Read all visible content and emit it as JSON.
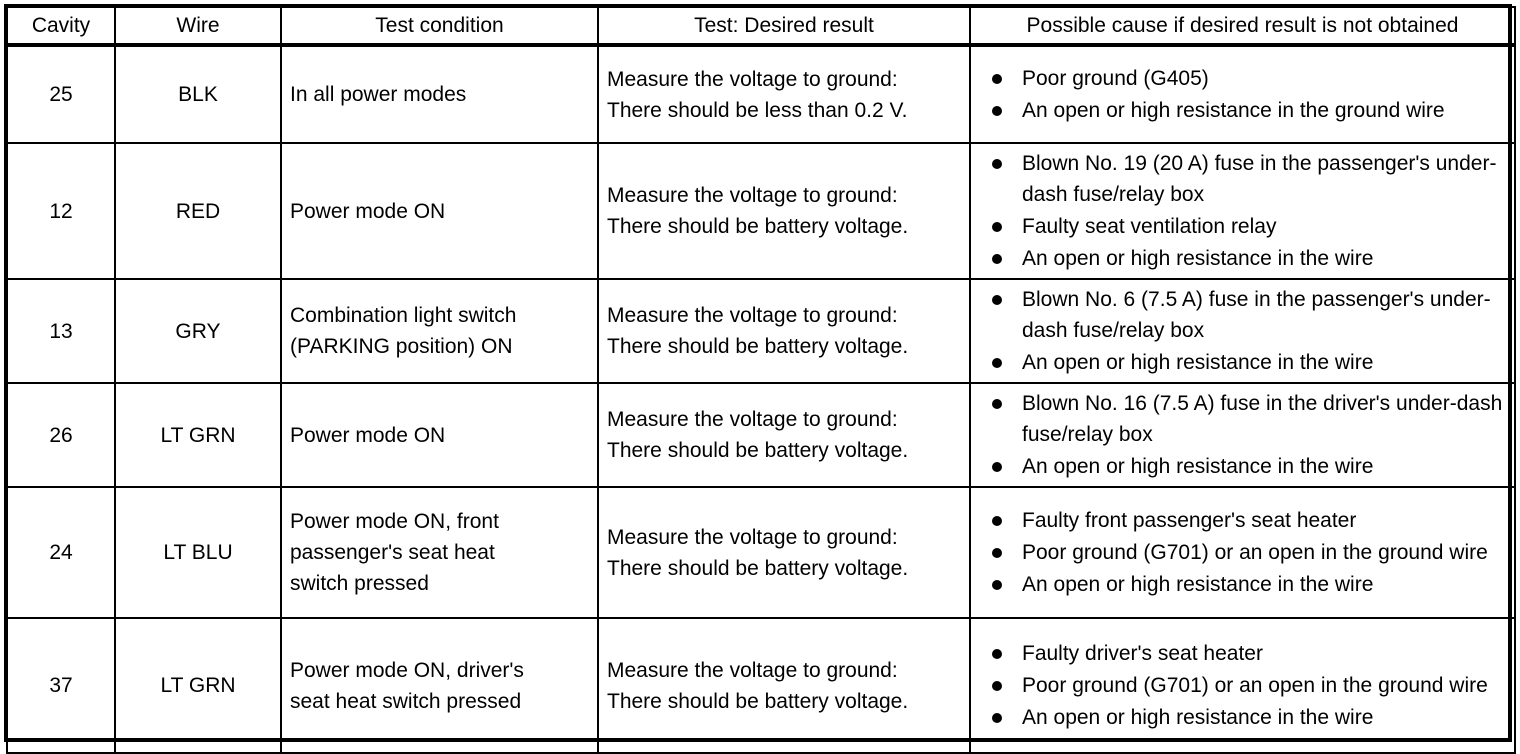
{
  "document": {
    "type": "circuit-test-troubleshooting-table",
    "bullet_glyph": "filled-round-bullet",
    "text_color": "#000000",
    "background_color": "#FFFFFF",
    "border_color": "#000000"
  },
  "table": {
    "columns": [
      {
        "key": "cavity",
        "label": "Cavity"
      },
      {
        "key": "wire",
        "label": "Wire"
      },
      {
        "key": "condition",
        "label": "Test condition"
      },
      {
        "key": "test",
        "label": "Test: Desired result"
      },
      {
        "key": "cause",
        "label": "Possible cause if desired result is not obtained"
      }
    ],
    "rows": [
      {
        "cavity": "25",
        "wire": "BLK",
        "condition": [
          "In all power modes"
        ],
        "test": [
          "Measure the voltage to ground:",
          "There should be less than 0.2 V."
        ],
        "causes": [
          "Poor ground (G405)",
          "An open or high resistance in the ground wire"
        ]
      },
      {
        "cavity": "12",
        "wire": "RED",
        "condition": [
          "Power mode ON"
        ],
        "test": [
          "Measure the voltage to ground:",
          "There should be battery voltage."
        ],
        "causes": [
          "Blown No. 19 (20 A) fuse in the passenger's under-dash fuse/relay box",
          "Faulty seat ventilation relay",
          "An open or high resistance in the wire"
        ]
      },
      {
        "cavity": "13",
        "wire": "GRY",
        "condition": [
          "Combination light switch",
          "(PARKING position) ON"
        ],
        "test": [
          "Measure the voltage to ground:",
          "There should be battery voltage."
        ],
        "causes": [
          "Blown No. 6 (7.5 A) fuse in the passenger's under-dash fuse/relay box",
          "An open or high resistance in the wire"
        ]
      },
      {
        "cavity": "26",
        "wire": "LT GRN",
        "condition": [
          "Power mode ON"
        ],
        "test": [
          "Measure the voltage to ground:",
          "There should be battery voltage."
        ],
        "causes": [
          "Blown No. 16 (7.5 A) fuse in the driver's under-dash fuse/relay box",
          "An open or high resistance in the wire"
        ]
      },
      {
        "cavity": "24",
        "wire": "LT BLU",
        "condition": [
          "Power mode ON, front",
          "passenger's seat heat",
          "switch pressed"
        ],
        "test": [
          "Measure the voltage to ground:",
          "There should be battery voltage."
        ],
        "causes": [
          "Faulty front passenger's seat heater",
          "Poor ground (G701) or an open in the ground wire",
          "An open or high resistance in the wire"
        ]
      },
      {
        "cavity": "37",
        "wire": "LT GRN",
        "condition": [
          "Power mode ON, driver's",
          "seat heat switch pressed"
        ],
        "test": [
          "Measure the voltage to ground:",
          "There should be battery voltage."
        ],
        "causes": [
          "Faulty driver's seat heater",
          "Poor ground (G701) or an open in the ground wire",
          "An open or high resistance in the wire"
        ]
      }
    ]
  }
}
